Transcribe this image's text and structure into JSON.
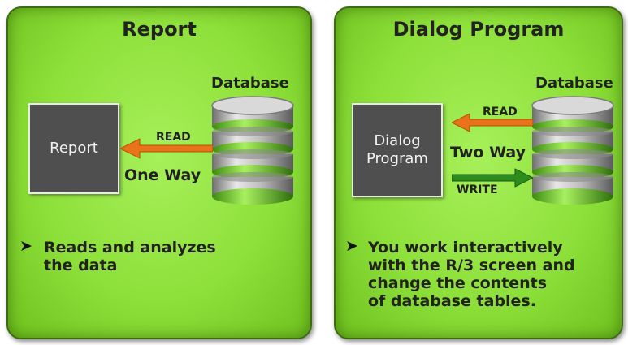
{
  "left_panel": {
    "title": "Report",
    "db_label": "Database",
    "box_label": "Report",
    "read_label": "READ",
    "way_label": "One Way",
    "bullet_lines": [
      "Reads and analyzes",
      "the data"
    ]
  },
  "right_panel": {
    "title": "Dialog Program",
    "db_label": "Database",
    "box_lines": [
      "Dialog",
      "Program"
    ],
    "read_label": "READ",
    "way_label": "Two Way",
    "write_label": "WRITE",
    "bullet_lines": [
      "You work interactively",
      "with the R/3 screen and",
      "change the contents",
      "of database tables."
    ]
  },
  "colors": {
    "panel_green": "#8ee03a",
    "box_gray": "#4f4f4f",
    "read_arrow": "#e8731a",
    "write_arrow": "#2e8b1e"
  },
  "icons": [
    "database-icon",
    "read-arrow-icon",
    "write-arrow-icon",
    "bullet-arrow-icon"
  ]
}
